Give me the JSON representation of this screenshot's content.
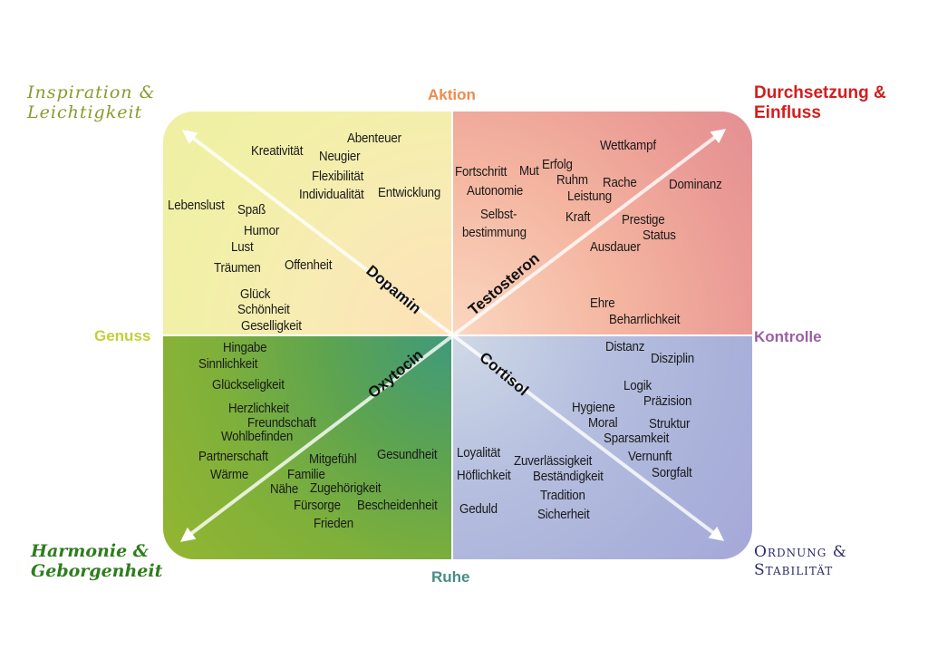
{
  "corners": {
    "top_left": [
      "Inspiration &",
      "Leichtigkeit"
    ],
    "top_right": [
      "Durchsetzung &",
      "Einfluss"
    ],
    "bottom_left": [
      "Harmonie &",
      "Geborgenheit"
    ],
    "bottom_right": [
      "Ordnung &",
      "Stabilität"
    ]
  },
  "axes": {
    "top": "Aktion",
    "bottom": "Ruhe",
    "left": "Genuss",
    "right": "Kontrolle"
  },
  "hormones": {
    "top_left": "Dopamin",
    "top_right": "Testosteron",
    "bottom_left": "Oxytocin",
    "bottom_right": "Cortisol"
  },
  "words": {
    "top_left": [
      "Abenteuer",
      "Kreativität",
      "Neugier",
      "Flexibilität",
      "Individualität",
      "Entwicklung",
      "Lebenslust",
      "Spaß",
      "Humor",
      "Lust",
      "Träumen",
      "Offenheit",
      "Glück",
      "Schönheit",
      "Geselligkeit"
    ],
    "top_right": [
      "Wettkampf",
      "Fortschritt",
      "Mut",
      "Erfolg",
      "Ruhm",
      "Rache",
      "Dominanz",
      "Autonomie",
      "Leistung",
      "Selbst-",
      "bestimmung",
      "Kraft",
      "Prestige",
      "Status",
      "Ausdauer",
      "Ehre",
      "Beharrlichkeit"
    ],
    "bottom_left": [
      "Hingabe",
      "Sinnlichkeit",
      "Glückseligkeit",
      "Herzlichkeit",
      "Freundschaft",
      "Wohlbefinden",
      "Partnerschaft",
      "Mitgefühl",
      "Gesundheit",
      "Wärme",
      "Familie",
      "Nähe",
      "Zugehörigkeit",
      "Fürsorge",
      "Bescheidenheit",
      "Frieden"
    ],
    "bottom_right": [
      "Distanz",
      "Disziplin",
      "Logik",
      "Präzision",
      "Hygiene",
      "Moral",
      "Struktur",
      "Sparsamkeit",
      "Vernunft",
      "Loyalität",
      "Zuverlässigkeit",
      "Sorgfalt",
      "Höflichkeit",
      "Beständigkeit",
      "Tradition",
      "Geduld",
      "Sicherheit"
    ]
  },
  "colors": {
    "aktion": "#f08a4b",
    "ruhe": "#4a8c86",
    "genuss": "#c3cf3a",
    "kontrolle": "#9a5fa3",
    "corner_top_left": "#8a9a2e",
    "corner_top_right": "#d41d1d",
    "corner_bottom_left": "#2e7d1f",
    "corner_bottom_right": "#2d2b6a"
  }
}
